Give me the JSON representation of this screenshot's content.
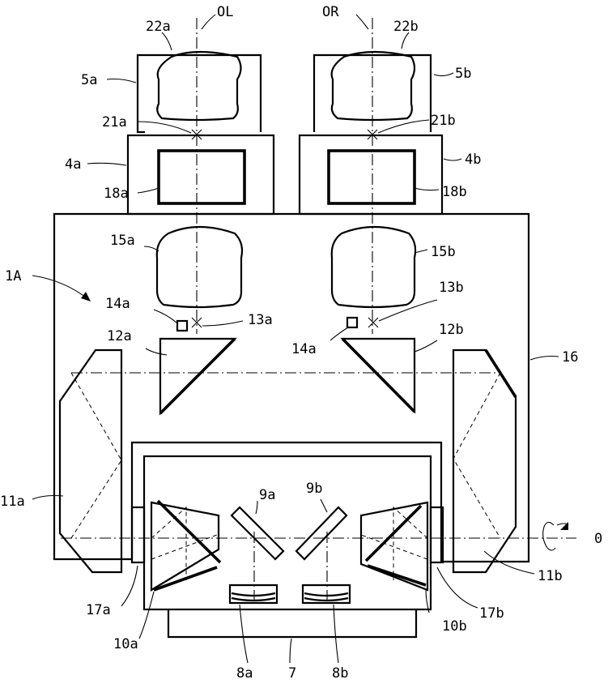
{
  "labels": {
    "OL": "OL",
    "OR": "OR",
    "22a": "22a",
    "22b": "22b",
    "5a": "5a",
    "5b": "5b",
    "21a": "21a",
    "21b": "21b",
    "4a": "4a",
    "4b": "4b",
    "18a": "18a",
    "18b": "18b",
    "15a": "15a",
    "15b": "15b",
    "1A": "1A",
    "14a_left": "14a",
    "14a_right": "14a",
    "13a": "13a",
    "13b": "13b",
    "12a": "12a",
    "12b": "12b",
    "16": "16",
    "9a": "9a",
    "9b": "9b",
    "11a": "11a",
    "11b": "11b",
    "O": "0",
    "17a": "17a",
    "17b": "17b",
    "10a": "10a",
    "10b": "10b",
    "8a": "8a",
    "8b": "8b",
    "7": "7"
  }
}
